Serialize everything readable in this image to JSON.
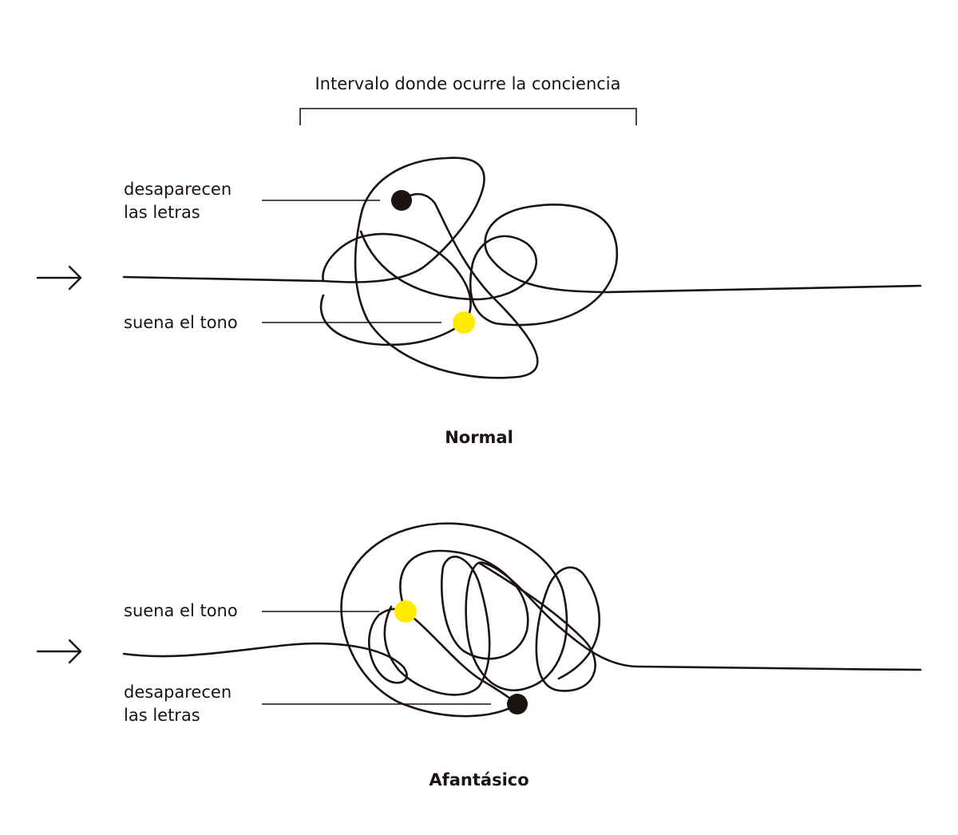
{
  "interval_label": "Intervalo donde ocurre la conciencia",
  "colors": {
    "ink": "#1a1311",
    "tone_dot": "#ffeb00"
  },
  "icons": {
    "arrow": "right-arrow-icon"
  },
  "normal": {
    "title": "Normal",
    "letters_label": {
      "line1": "desaparecen",
      "line2": "las letras"
    },
    "tone_label": "suena el tono"
  },
  "afantasic": {
    "title": "Afantásico",
    "tone_label": "suena el tono",
    "letters_label": {
      "line1": "desaparecen",
      "line2": "las letras"
    }
  }
}
